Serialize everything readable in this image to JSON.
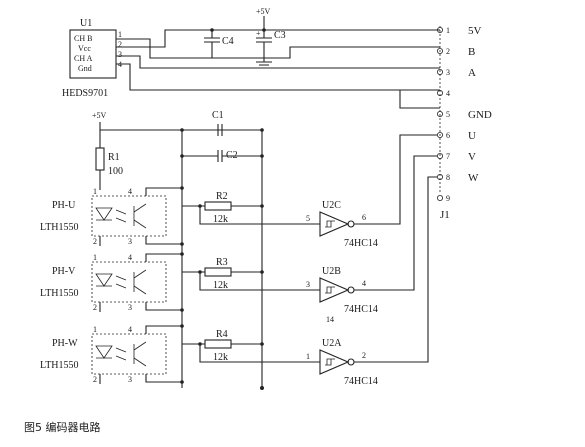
{
  "caption": "图5 编码器电路",
  "encoder": {
    "ref": "U1",
    "part": "HEDS9701",
    "pins": [
      "CH B",
      "Vcc",
      "CH A",
      "Gnd"
    ],
    "pin_numbers": [
      "1",
      "2",
      "3",
      "4"
    ]
  },
  "decoupling": {
    "c4": "C4",
    "c3": "C3",
    "supply": "+5V",
    "plus": "+"
  },
  "connector": {
    "ref": "J1",
    "pins": [
      {
        "num": "1",
        "label": "5V"
      },
      {
        "num": "2",
        "label": "B"
      },
      {
        "num": "3",
        "label": "A"
      },
      {
        "num": "4",
        "label": ""
      },
      {
        "num": "5",
        "label": "GND"
      },
      {
        "num": "6",
        "label": "U"
      },
      {
        "num": "7",
        "label": "V"
      },
      {
        "num": "8",
        "label": "W"
      },
      {
        "num": "9",
        "label": ""
      }
    ]
  },
  "hall": {
    "supply": "+5V",
    "r1": "R1",
    "r1_value": "100",
    "c1": "C1",
    "c2": "C2",
    "sensors": [
      {
        "name": "PH-U",
        "part": "LTH1550",
        "r_ref": "R2",
        "r_val": "12k",
        "gate": "U2C",
        "in_pin": "5",
        "out_pin": "6",
        "ic": "74HC14",
        "conn": "U"
      },
      {
        "name": "PH-V",
        "part": "LTH1550",
        "r_ref": "R3",
        "r_val": "12k",
        "gate": "U2B",
        "in_pin": "3",
        "out_pin": "4",
        "ic": "74HC14",
        "conn": "V"
      },
      {
        "name": "PH-W",
        "part": "LTH1550",
        "r_ref": "R4",
        "r_val": "12k",
        "gate": "U2A",
        "in_pin": "1",
        "out_pin": "2",
        "ic": "74HC14",
        "conn": "W"
      }
    ],
    "gate_extra_pin": "14",
    "sensor_pins": [
      "1",
      "2",
      "3",
      "4"
    ]
  }
}
